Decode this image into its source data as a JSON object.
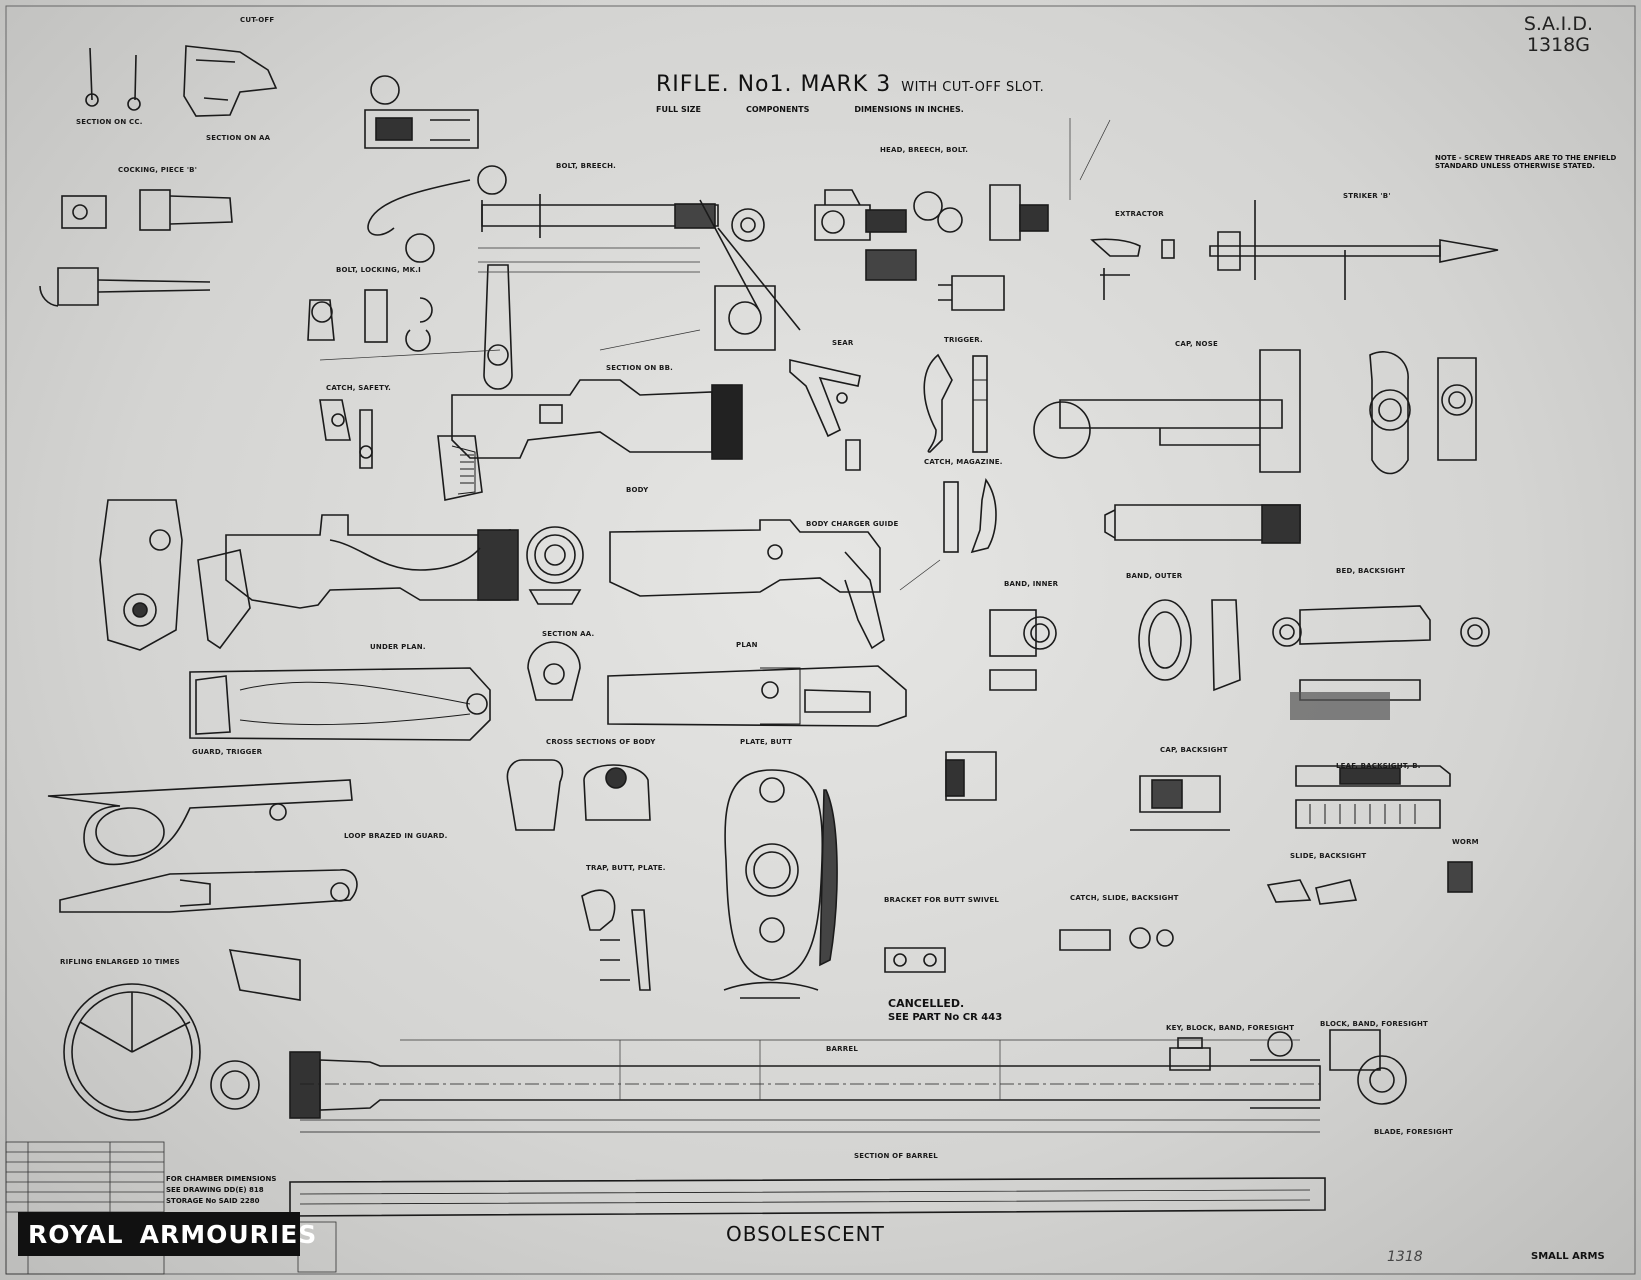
{
  "drawing": {
    "title": "RIFLE. No1. MARK 3",
    "title_suffix": "WITH CUT-OFF SLOT.",
    "subheadings": [
      "FULL SIZE",
      "COMPONENTS",
      "DIMENSIONS IN INCHES."
    ],
    "drawing_number_line1": "S.A.I.D.",
    "drawing_number_line2": "1318G",
    "status_stamp": "OBSOLESCENT",
    "cancelled_line1": "CANCELLED.",
    "cancelled_line2": "SEE PART No CR 443",
    "note": "NOTE - SCREW THREADS ARE TO THE ENFIELD STANDARD UNLESS OTHERWISE STATED.",
    "footer_label": "SMALL ARMS",
    "footer_ref": "1318",
    "storage_line1": "FOR CHAMBER DIMENSIONS",
    "storage_line2": "SEE DRAWING DD(E) 818",
    "storage_line3": "STORAGE No SAID 2280"
  },
  "logo": {
    "left_word": "ROYAL",
    "right_word": "ARMOURIES"
  },
  "labels": {
    "cut_off": "CUT-OFF",
    "section_cc": "SECTION ON CC.",
    "section_aa_top": "SECTION ON AA",
    "cocking_piece": "COCKING, PIECE 'B'",
    "bolt_breech": "BOLT, BREECH.",
    "head_breech_bolt": "HEAD, BREECH, BOLT.",
    "extractor": "EXTRACTOR",
    "striker": "STRIKER 'B'",
    "bolt_locking": "BOLT, LOCKING, MK.I",
    "catch_safety": "CATCH, SAFETY.",
    "sear": "SEAR",
    "trigger": "TRIGGER.",
    "cap_nose": "CAP, NOSE",
    "catch_magazine": "CATCH, MAGAZINE.",
    "body": "BODY",
    "section_bb": "SECTION ON BB.",
    "body_charger_guide": "BODY CHARGER GUIDE",
    "under_plan": "UNDER PLAN.",
    "plan": "PLAN",
    "section_aa_mid": "SECTION AA.",
    "guard_trigger": "GUARD, TRIGGER",
    "cross_sections": "CROSS SECTIONS OF BODY",
    "plate_butt": "PLATE, BUTT",
    "trap_butt_plate": "TRAP, BUTT, PLATE.",
    "band_inner": "BAND, INNER",
    "band_outer": "BAND, OUTER",
    "bed_backsight": "BED, BACKSIGHT",
    "cap_backsight": "CAP, BACKSIGHT",
    "leaf_backsight": "LEAF, BACKSIGHT, B.",
    "slide_backsight": "SLIDE, BACKSIGHT",
    "worm": "WORM",
    "bracket": "BRACKET FOR BUTT SWIVEL",
    "catch_slide": "CATCH, SLIDE, BACKSIGHT",
    "key_block_band": "KEY, BLOCK, BAND, FORESIGHT",
    "block_band_foresight": "BLOCK, BAND, FORESIGHT",
    "blade_foresight": "BLADE, FORESIGHT",
    "rifling": "RIFLING ENLARGED 10 TIMES",
    "barrel": "BARREL",
    "section_of_barrel": "SECTION OF BARREL",
    "loop_brazed": "LOOP BRAZED IN GUARD."
  }
}
